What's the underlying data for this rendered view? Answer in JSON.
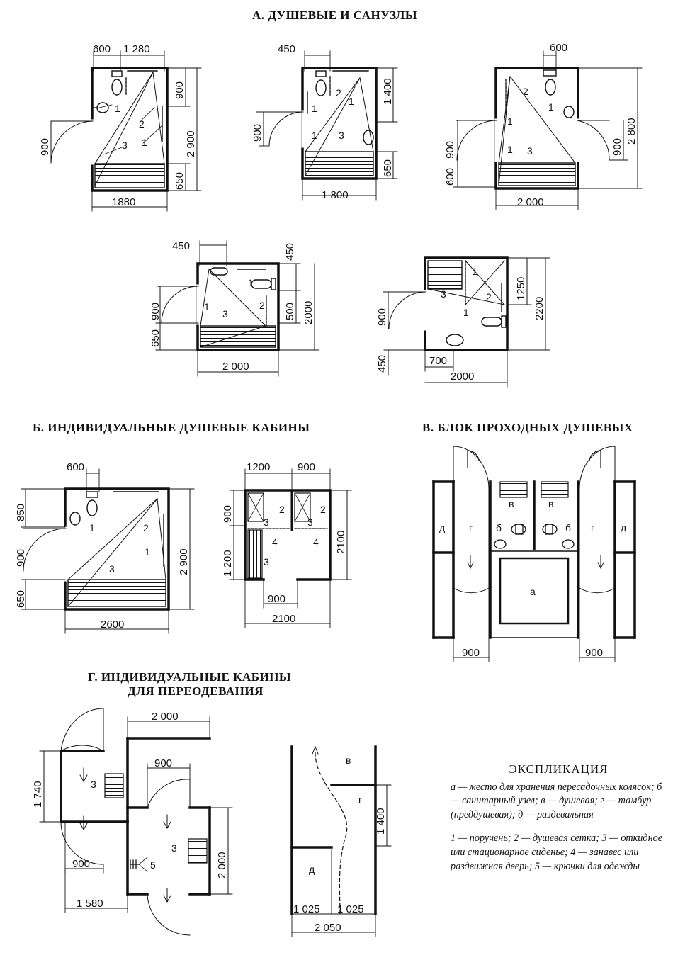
{
  "titles": {
    "a": "А. ДУШЕВЫЕ И САНУЗЛЫ",
    "b": "Б. ИНДИВИДУАЛЬНЫЕ ДУШЕВЫЕ КАБИНЫ",
    "v": "В. БЛОК ПРОХОДНЫХ ДУШЕВЫХ",
    "g1": "Г. ИНДИВИДУАЛЬНЫЕ КАБИНЫ",
    "g2": "ДЛЯ ПЕРЕОДЕВАНИЯ"
  },
  "legend": {
    "title": "ЭКСПЛИКАЦИЯ",
    "p1": "а — место для хранения пересадочных колясок; б — санитарный узел; в — душевая; г — тамбур (преддушевая); д — раздевальная",
    "p2": "1 — поручень; 2 — душевая сетка; 3 — откидное или стационарное сиденье; 4 — занавес или раздвижная дверь; 5 — крючки для одежды"
  },
  "dims": {
    "a1": [
      "600",
      "1 280",
      "900",
      "2 900",
      "650",
      "900",
      "1880"
    ],
    "a2": [
      "450",
      "1 400",
      "900",
      "650",
      "1 800"
    ],
    "a3": [
      "600",
      "900",
      "2 800",
      "900",
      "600",
      "2 000"
    ],
    "a4": [
      "450",
      "450",
      "900",
      "650",
      "500",
      "2000",
      "2 000"
    ],
    "a5": [
      "1250",
      "2200",
      "900",
      "450",
      "700",
      "2000"
    ],
    "b1": [
      "600",
      "850",
      "2 900",
      "900",
      "650",
      "2600"
    ],
    "b2": [
      "1200",
      "900",
      "900",
      "1 200",
      "2100",
      "900",
      "2100"
    ],
    "v": [
      "900",
      "900"
    ],
    "g1": [
      "2 000",
      "900",
      "1 740",
      "900",
      "2 000",
      "1 580"
    ],
    "g2": [
      "1 400",
      "1 025",
      "1 025",
      "2 050"
    ]
  },
  "labels": {
    "n1": "1",
    "n2": "2",
    "n3": "3",
    "n4": "4",
    "n5": "5",
    "a": "а",
    "b": "б",
    "v": "в",
    "g": "г",
    "d": "д"
  }
}
